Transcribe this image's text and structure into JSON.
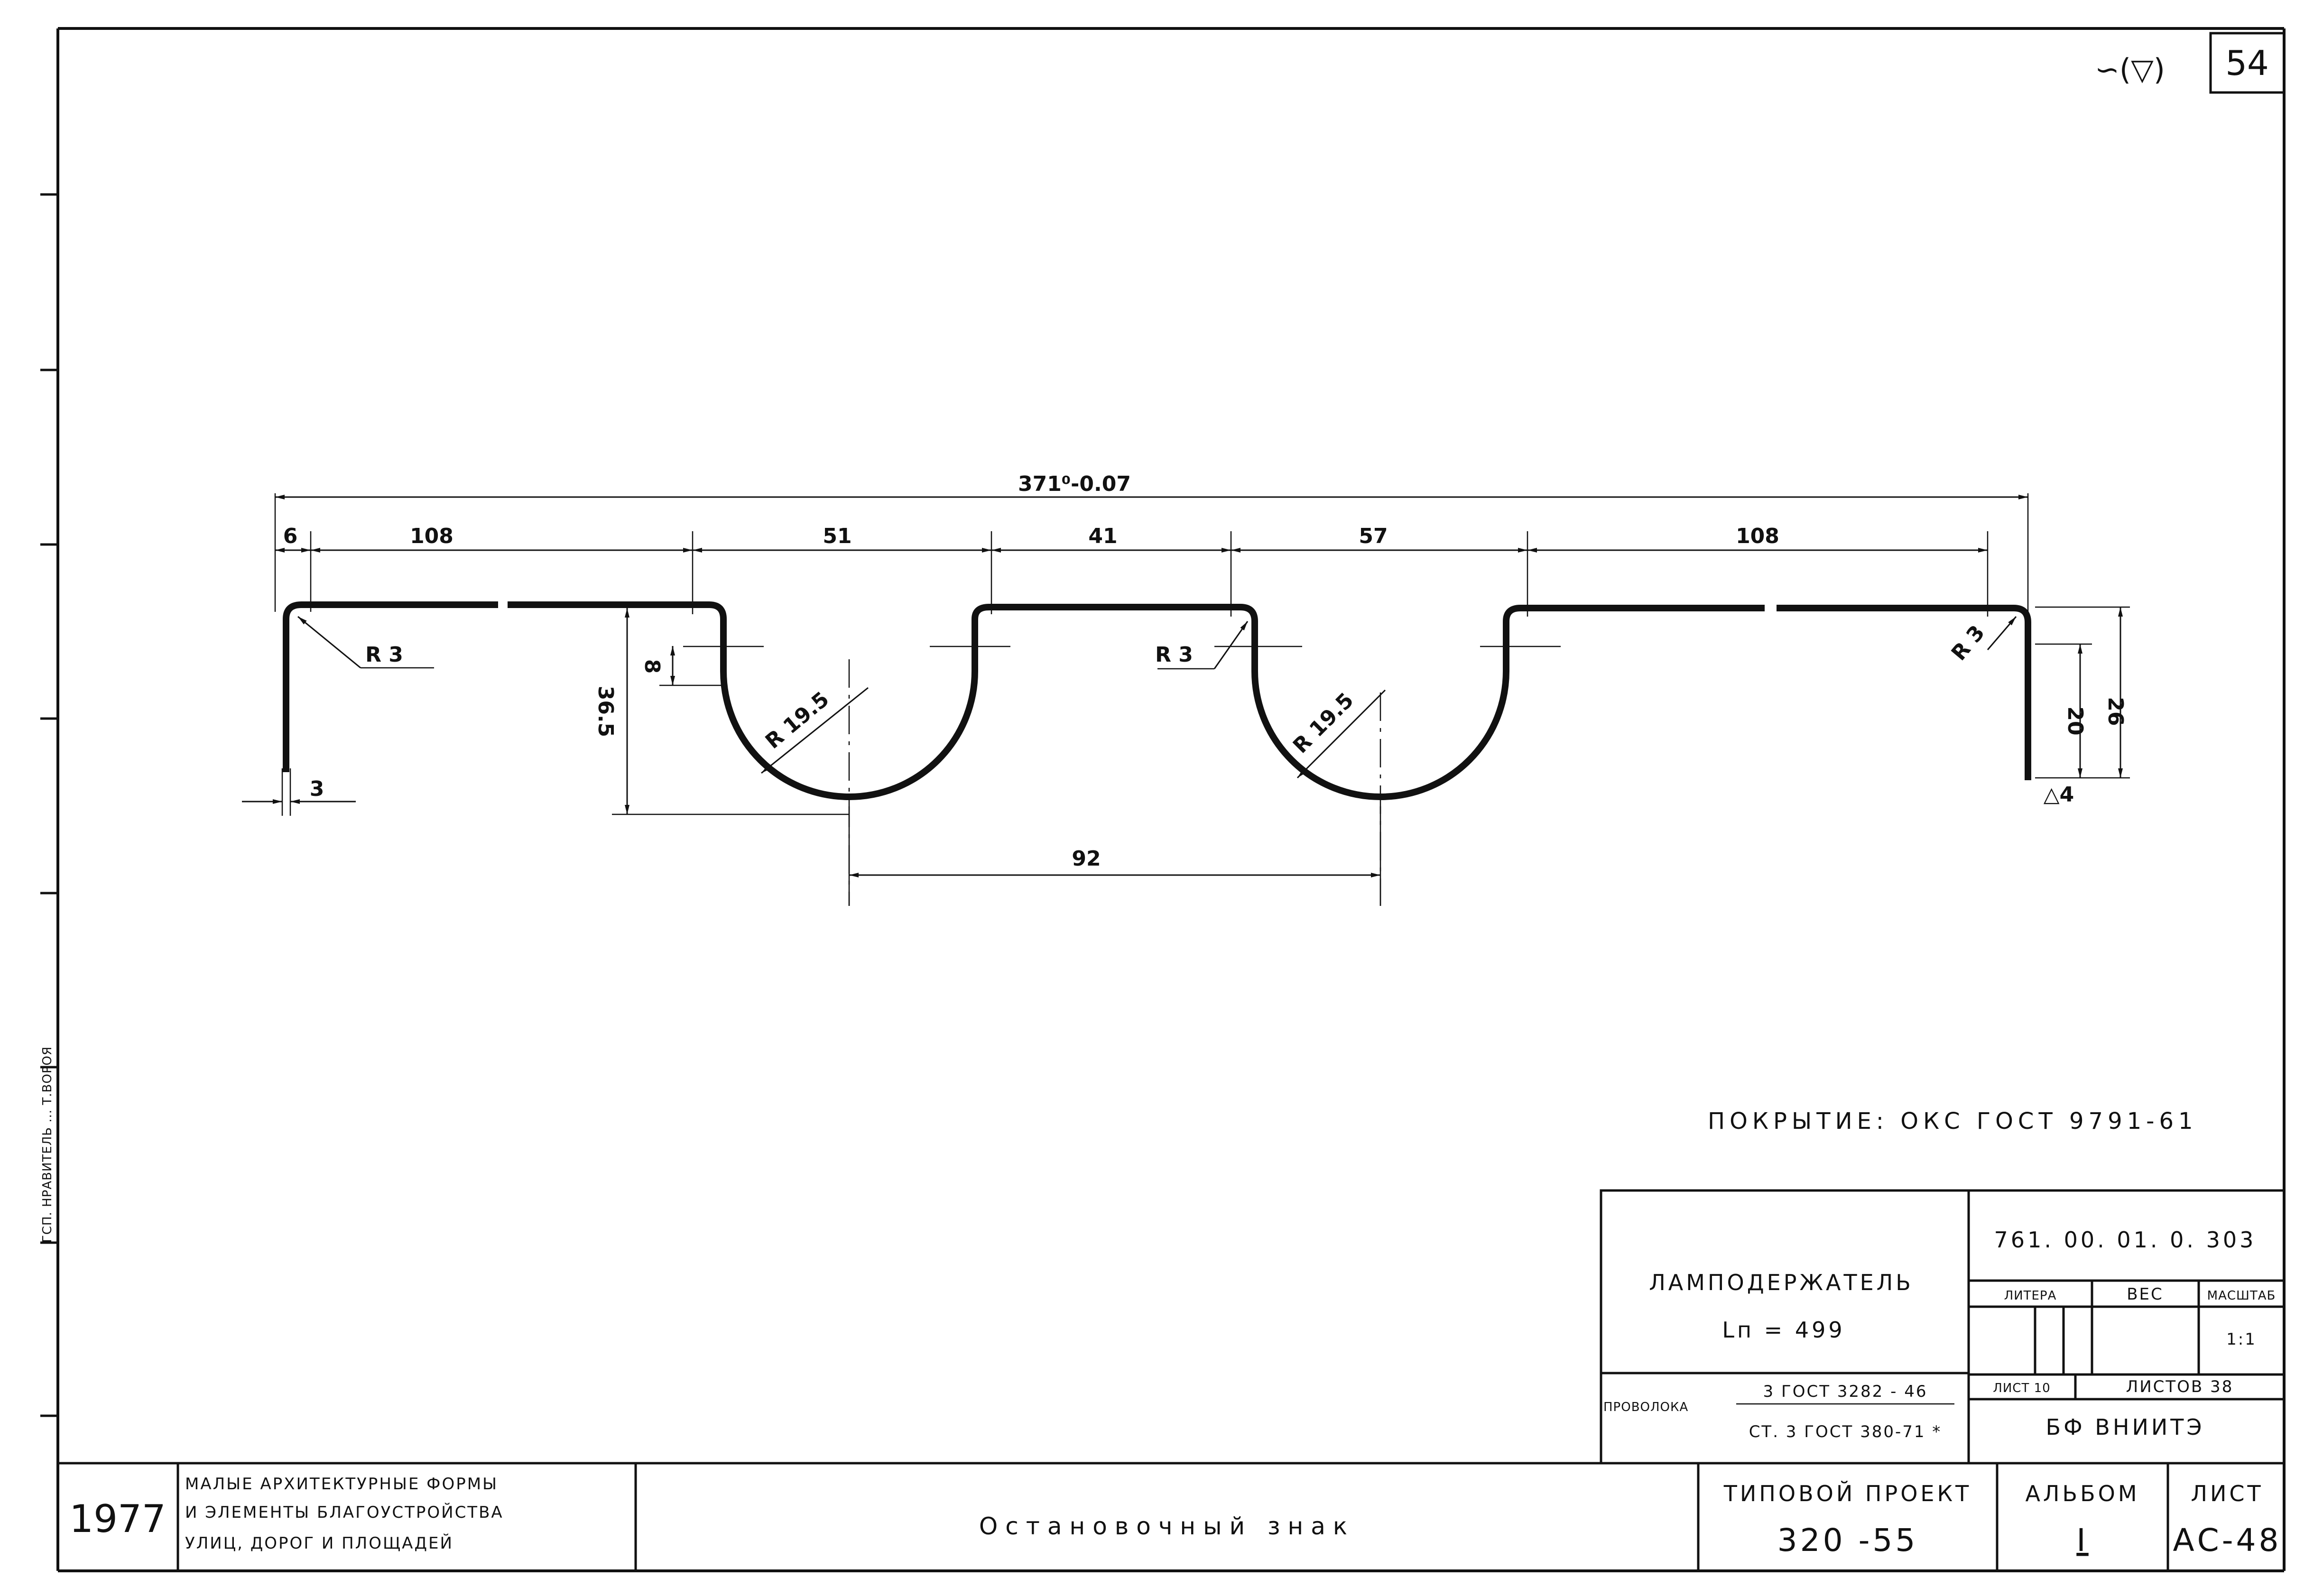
{
  "sheet_number": "54",
  "roughness_mark": "∽(▽)",
  "dimensions": {
    "overall": "371⁰-0.07",
    "d6": "6",
    "d108_left": "108",
    "d51": "51",
    "d41": "41",
    "d57": "57",
    "d108_right": "108",
    "d92": "92",
    "d36_5": "36.5",
    "d8": "8",
    "d20": "20",
    "d26": "26",
    "d3": "3",
    "r3_left": "R 3",
    "r3_mid": "R 3",
    "r3_right": "R 3",
    "r19_5_left": "R 19.5",
    "r19_5_right": "R 19.5",
    "tri4": "△4"
  },
  "coating_note": "ПОКРЫТИЕ: ОКС ГОСТ 9791-61",
  "title_block": {
    "doc_code": "761. 00. 01. 0. 303",
    "part_name": "ЛАМПОДЕРЖАТЕЛЬ",
    "length": "Lп = 499",
    "col_litera": "ЛИТЕРА",
    "col_ves": "ВЕС",
    "col_masshtab": "МАСШТАБ",
    "scale_value": "1:1",
    "sheet": "ЛИСТ 10",
    "sheets": "ЛИСТОВ 38",
    "material_label": "ПРОВОЛОКА",
    "material_top": "3 ГОСТ 3282 - 46",
    "material_bottom": "СТ. 3 ГОСТ 380-71 *",
    "org": "БФ  ВНИИТЭ",
    "year": "1977",
    "series_line1": "МАЛЫЕ АРХИТЕКТУРНЫЕ ФОРМЫ",
    "series_line2": "И ЭЛЕМЕНТЫ БЛАГОУСТРОЙСТВА",
    "series_line3": "УЛИЦ, ДОРОГ И ПЛОЩАДЕЙ",
    "title": "Остановочный знак",
    "project_label": "ТИПОВОЙ ПРОЕКТ",
    "project_value": "320 -55",
    "album_label": "АЛЬБОМ",
    "album_value": "I",
    "list_label": "ЛИСТ",
    "list_value": "АС-48"
  },
  "margin_text": "ГСП. НРАВИТЕЛЬ  ...  Т.ВОРОЯ"
}
